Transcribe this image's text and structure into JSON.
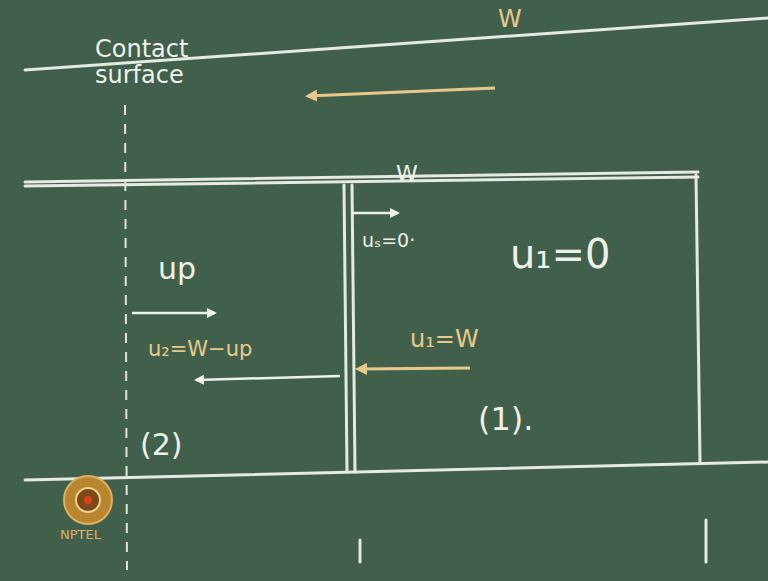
{
  "diagram": {
    "labels": [
      "Contact surface",
      "W",
      "W",
      "uₛ=0·",
      "u₁=0",
      "up",
      "u₂=W−up",
      "u₁=W",
      "(1).",
      "(2)",
      "NPTEL"
    ]
  }
}
